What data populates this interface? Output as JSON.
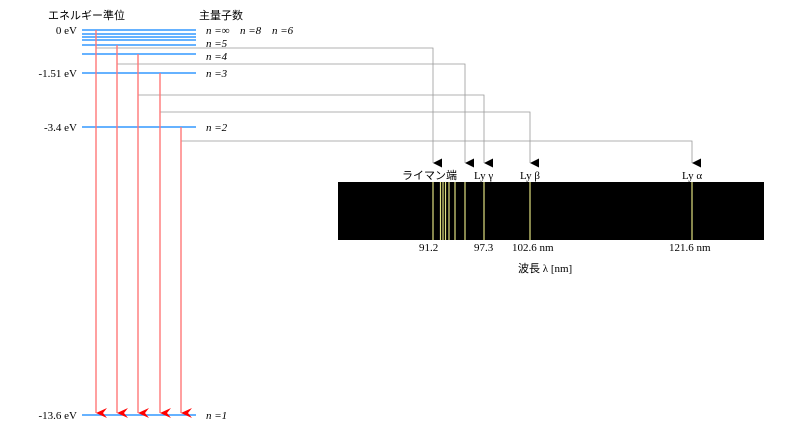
{
  "title_energy": "エネルギー準位",
  "title_quantum": "主量子数",
  "energy_labels": {
    "e0": "0 eV",
    "e3": "-1.51 eV",
    "e2": "-3.4 eV",
    "e1": "-13.6 eV"
  },
  "quantum_labels": {
    "ninf": "n =∞",
    "n8": "n =8",
    "n6": "n =6",
    "n5": "n =5",
    "n4": "n =4",
    "n3": "n =3",
    "n2": "n =2",
    "n1": "n =1"
  },
  "spectrum": {
    "labels": {
      "limit": "ライマン端",
      "gamma": "Ly γ",
      "beta": "Ly β",
      "alpha": "Ly α"
    },
    "ticks": {
      "t1": "91.2",
      "t2": "97.3",
      "t3": "102.6 nm",
      "t4": "121.6 nm"
    },
    "axis_label": "波長 λ [nm]"
  },
  "colors": {
    "level": "#3399ff",
    "transition": "#ff0000",
    "spectrum_bg": "#000000",
    "spectral_line": "#e0e080",
    "connector": "#999999"
  }
}
